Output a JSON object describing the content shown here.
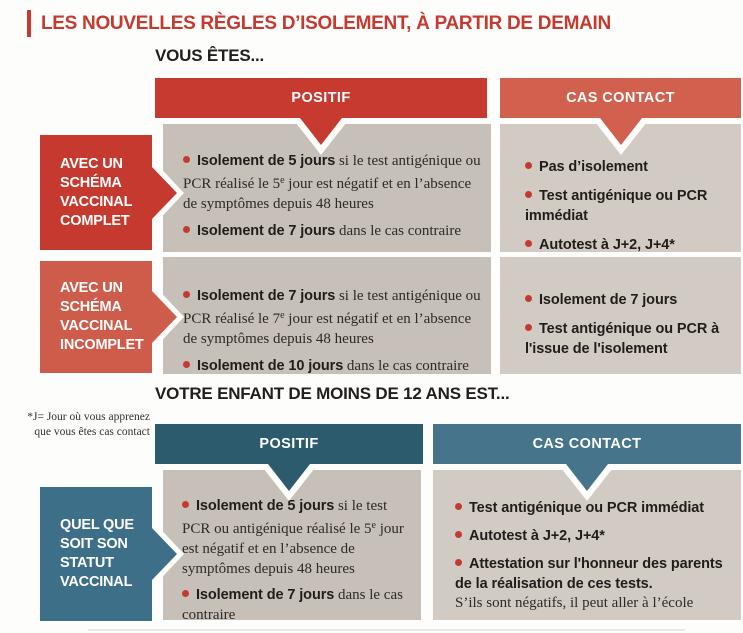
{
  "title": "LES NOUVELLES RÈGLES D’ISOLEMENT, À PARTIR DE DEMAIN",
  "note": "*J= Jour où vous apprenez que vous êtes cas contact",
  "colors": {
    "title_red": "#c5392f",
    "header_red": "#c73a30",
    "header_salmon": "#d2604f",
    "label_salmon": "#cd5c4b",
    "header_teal_dark": "#2d5b6e",
    "header_teal": "#46748a",
    "label_teal": "#3e6f88",
    "cell_gray": "#c7c0b8",
    "cell_gray_light": "#d2cbc4",
    "bullet_red": "#c33b30",
    "text_dark": "#201d1b"
  },
  "sections": [
    {
      "heading": "VOUS ÊTES...",
      "columns": [
        {
          "label": "POSITIF"
        },
        {
          "label": "CAS CONTACT"
        }
      ],
      "rows": [
        {
          "label": "AVEC UN SCHÉMA VACCINAL COMPLET",
          "cells": [
            {
              "bullets": [
                {
                  "segments": [
                    {
                      "t": "Isolement de 5 jours",
                      "s": "b"
                    },
                    {
                      "t": " si le test antigénique ou PCR réalisé le 5",
                      "s": "r"
                    },
                    {
                      "t": "e",
                      "s": "sup"
                    },
                    {
                      "t": " jour est négatif et en l’absence de symptômes depuis 48 heures",
                      "s": "r"
                    }
                  ]
                },
                {
                  "segments": [
                    {
                      "t": "Isolement de 7 jours",
                      "s": "b"
                    },
                    {
                      "t": " dans le cas contraire",
                      "s": "r"
                    }
                  ]
                }
              ]
            },
            {
              "bullets": [
                {
                  "segments": [
                    {
                      "t": "Pas d’isolement",
                      "s": "b"
                    }
                  ]
                },
                {
                  "segments": [
                    {
                      "t": "Test antigénique ou PCR immédiat",
                      "s": "b"
                    }
                  ]
                },
                {
                  "segments": [
                    {
                      "t": "Autotest à J+2, J+4*",
                      "s": "b"
                    }
                  ]
                }
              ]
            }
          ]
        },
        {
          "label": "AVEC UN SCHÉMA VACCINAL INCOMPLET",
          "cells": [
            {
              "bullets": [
                {
                  "segments": [
                    {
                      "t": "Isolement de 7 jours",
                      "s": "b"
                    },
                    {
                      "t": " si le test antigénique ou PCR réalisé le 7",
                      "s": "r"
                    },
                    {
                      "t": "e",
                      "s": "sup"
                    },
                    {
                      "t": " jour est négatif et en l’absence de symptômes depuis 48 heures",
                      "s": "r"
                    }
                  ]
                },
                {
                  "segments": [
                    {
                      "t": "Isolement de 10 jours",
                      "s": "b"
                    },
                    {
                      "t": " dans le cas contraire",
                      "s": "r"
                    }
                  ]
                }
              ]
            },
            {
              "bullets": [
                {
                  "segments": [
                    {
                      "t": "Isolement de 7 jours",
                      "s": "b"
                    }
                  ]
                },
                {
                  "segments": [
                    {
                      "t": "Test antigénique ou PCR à l'issue de l'isolement",
                      "s": "b"
                    }
                  ]
                }
              ]
            }
          ]
        }
      ]
    },
    {
      "heading": "VOTRE ENFANT DE MOINS DE 12 ANS EST...",
      "columns": [
        {
          "label": "POSITIF"
        },
        {
          "label": "CAS CONTACT"
        }
      ],
      "rows": [
        {
          "label": "QUEL QUE SOIT SON STATUT VACCINAL",
          "cells": [
            {
              "bullets": [
                {
                  "segments": [
                    {
                      "t": "Isolement de 5 jours",
                      "s": "b"
                    },
                    {
                      "t": " si le test PCR ou antigénique réalisé le 5",
                      "s": "r"
                    },
                    {
                      "t": "e",
                      "s": "sup"
                    },
                    {
                      "t": " jour est négatif et en l’absence de symptômes depuis 48 heures",
                      "s": "r"
                    }
                  ]
                },
                {
                  "segments": [
                    {
                      "t": "Isolement de 7 jours",
                      "s": "b"
                    },
                    {
                      "t": " dans le cas contraire",
                      "s": "r"
                    }
                  ]
                }
              ]
            },
            {
              "bullets": [
                {
                  "segments": [
                    {
                      "t": "Test antigénique ou PCR immédiat",
                      "s": "b"
                    }
                  ]
                },
                {
                  "segments": [
                    {
                      "t": "Autotest à J+2, J+4*",
                      "s": "b"
                    }
                  ]
                },
                {
                  "segments": [
                    {
                      "t": "Attestation sur l'honneur des parents de la réalisation de ces tests.",
                      "s": "b"
                    },
                    {
                      "t": "S’ils sont négatifs, il peut aller à l’école",
                      "s": "rblock"
                    }
                  ]
                }
              ]
            }
          ]
        }
      ]
    }
  ]
}
